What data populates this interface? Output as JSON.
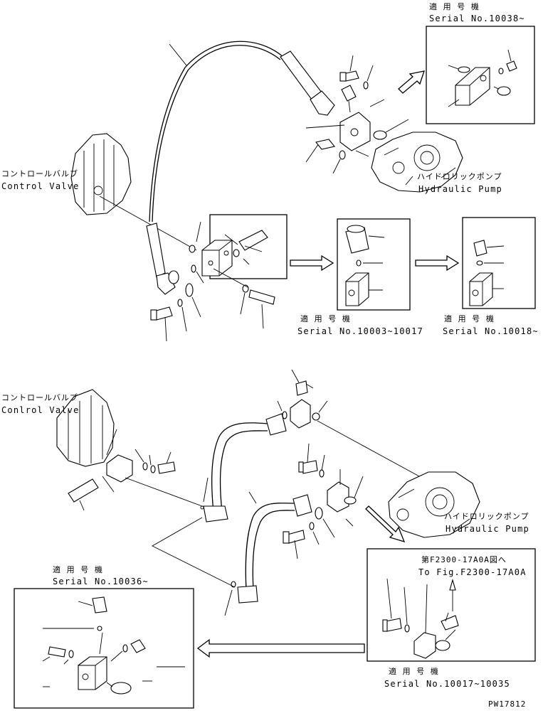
{
  "labels": {
    "serial_top_right_jp": "適 用 号 機",
    "serial_top_right": "Serial No.10038~",
    "control_valve_1_jp": "コントロールバルブ",
    "control_valve_1": "Control Valve",
    "hydraulic_pump_1_jp": "ハイドロリックポンプ",
    "hydraulic_pump_1": "Hydraulic Pump",
    "serial_mid_left_jp": "適 用 号 機",
    "serial_mid_left": "Serial No.10003~10017",
    "serial_mid_right_jp": "適 用 号 機",
    "serial_mid_right": "Serial No.10018~",
    "control_valve_2_jp": "コントロールバルブ",
    "control_valve_2": "Conlrol Valve",
    "hydraulic_pump_2_jp": "ハイドロリックポンプ",
    "hydraulic_pump_2": "Hydraulic Pump",
    "fig_ref_jp": "第F2300-17A0A図へ",
    "fig_ref": "To Fig.F2300-17A0A",
    "serial_bottom_left_jp": "適 用 号 機",
    "serial_bottom_left": "Serial No.10036~",
    "serial_bottom_right_jp": "適 用 号 機",
    "serial_bottom_right": "Serial No.10017~10035",
    "drawing_number": "PW17812"
  }
}
